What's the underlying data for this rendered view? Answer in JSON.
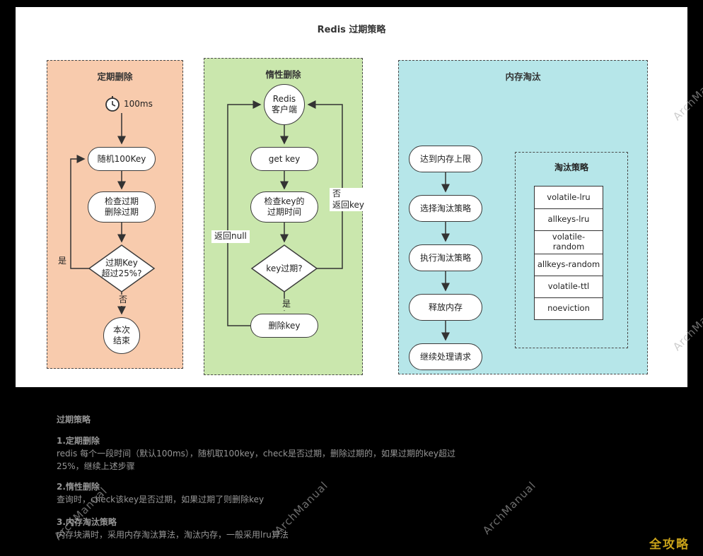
{
  "title": "Redis 过期策略",
  "watermark": "ArchManual",
  "badge": "全攻略",
  "panels": {
    "periodic": {
      "title": "定期删除",
      "timer_label": "100ms",
      "random_node": "随机100Key",
      "check_node_line1": "检查过期",
      "check_node_line2": "删除过期",
      "decision_line1": "过期Key",
      "decision_line2": "超过25%?",
      "yes_label": "是",
      "no_label": "否",
      "end_line1": "本次",
      "end_line2": "结束"
    },
    "lazy": {
      "title": "惰性删除",
      "client_line1": "Redis",
      "client_line2": "客户端",
      "get_key_node": "get key",
      "check_node_line1": "检查key的",
      "check_node_line2": "过期时间",
      "decision": "key过期?",
      "yes_label": "是",
      "no_line1": "否",
      "no_line2": "返回key",
      "return_null_label": "返回null",
      "delete_node": "删除key"
    },
    "memory": {
      "title": "内存淘汰",
      "steps": [
        "达到内存上限",
        "选择淘汰策略",
        "执行淘汰策略",
        "释放内存",
        "继续处理请求"
      ],
      "policy_box_title": "淘汰策略",
      "policies": [
        "volatile-lru",
        "allkeys-lru",
        "volatile-random",
        "allkeys-random",
        "volatile-ttl",
        "noeviction"
      ]
    }
  },
  "notes": {
    "heading": "过期策略",
    "s1_title": "1.定期删除",
    "s1_line1": "redis 每个一段时间（默认100ms），随机取100key，check是否过期，删除过期的，如果过期的key超过",
    "s1_line2": "25%，继续上述步骤",
    "s2_title": "2.惰性删除",
    "s2_body": "查询时，check该key是否过期，如果过期了则删除key",
    "s3_title": "3.内存淘汰策略",
    "s3_body": "内存块满时，采用内存淘汰算法，淘汰内存，一般采用lru算法"
  }
}
